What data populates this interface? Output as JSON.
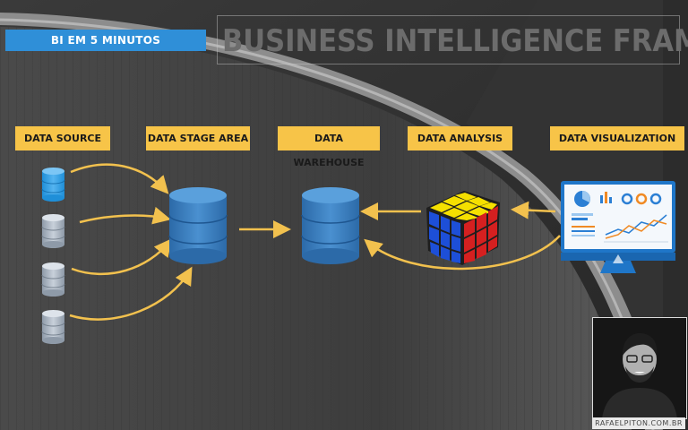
{
  "header": {
    "tag": "BI EM 5 MINUTOS",
    "title": "BUSINESS INTELLIGENCE FRAMEWORK"
  },
  "stages": [
    {
      "label": "DATA SOURCE"
    },
    {
      "label": "DATA STAGE AREA"
    },
    {
      "label": "DATA WAREHOUSE"
    },
    {
      "label": "DATA ANALYSIS"
    },
    {
      "label": "DATA VISUALIZATION"
    }
  ],
  "colors": {
    "accent_yellow": "#f7c448",
    "arrow_yellow": "#f2c14e",
    "db_blue": "#3b7fc0",
    "tag_blue": "#2f8fd8",
    "monitor_blue": "#1f76c8"
  },
  "author": {
    "caption": "RAFAELPITON.COM.BR"
  }
}
